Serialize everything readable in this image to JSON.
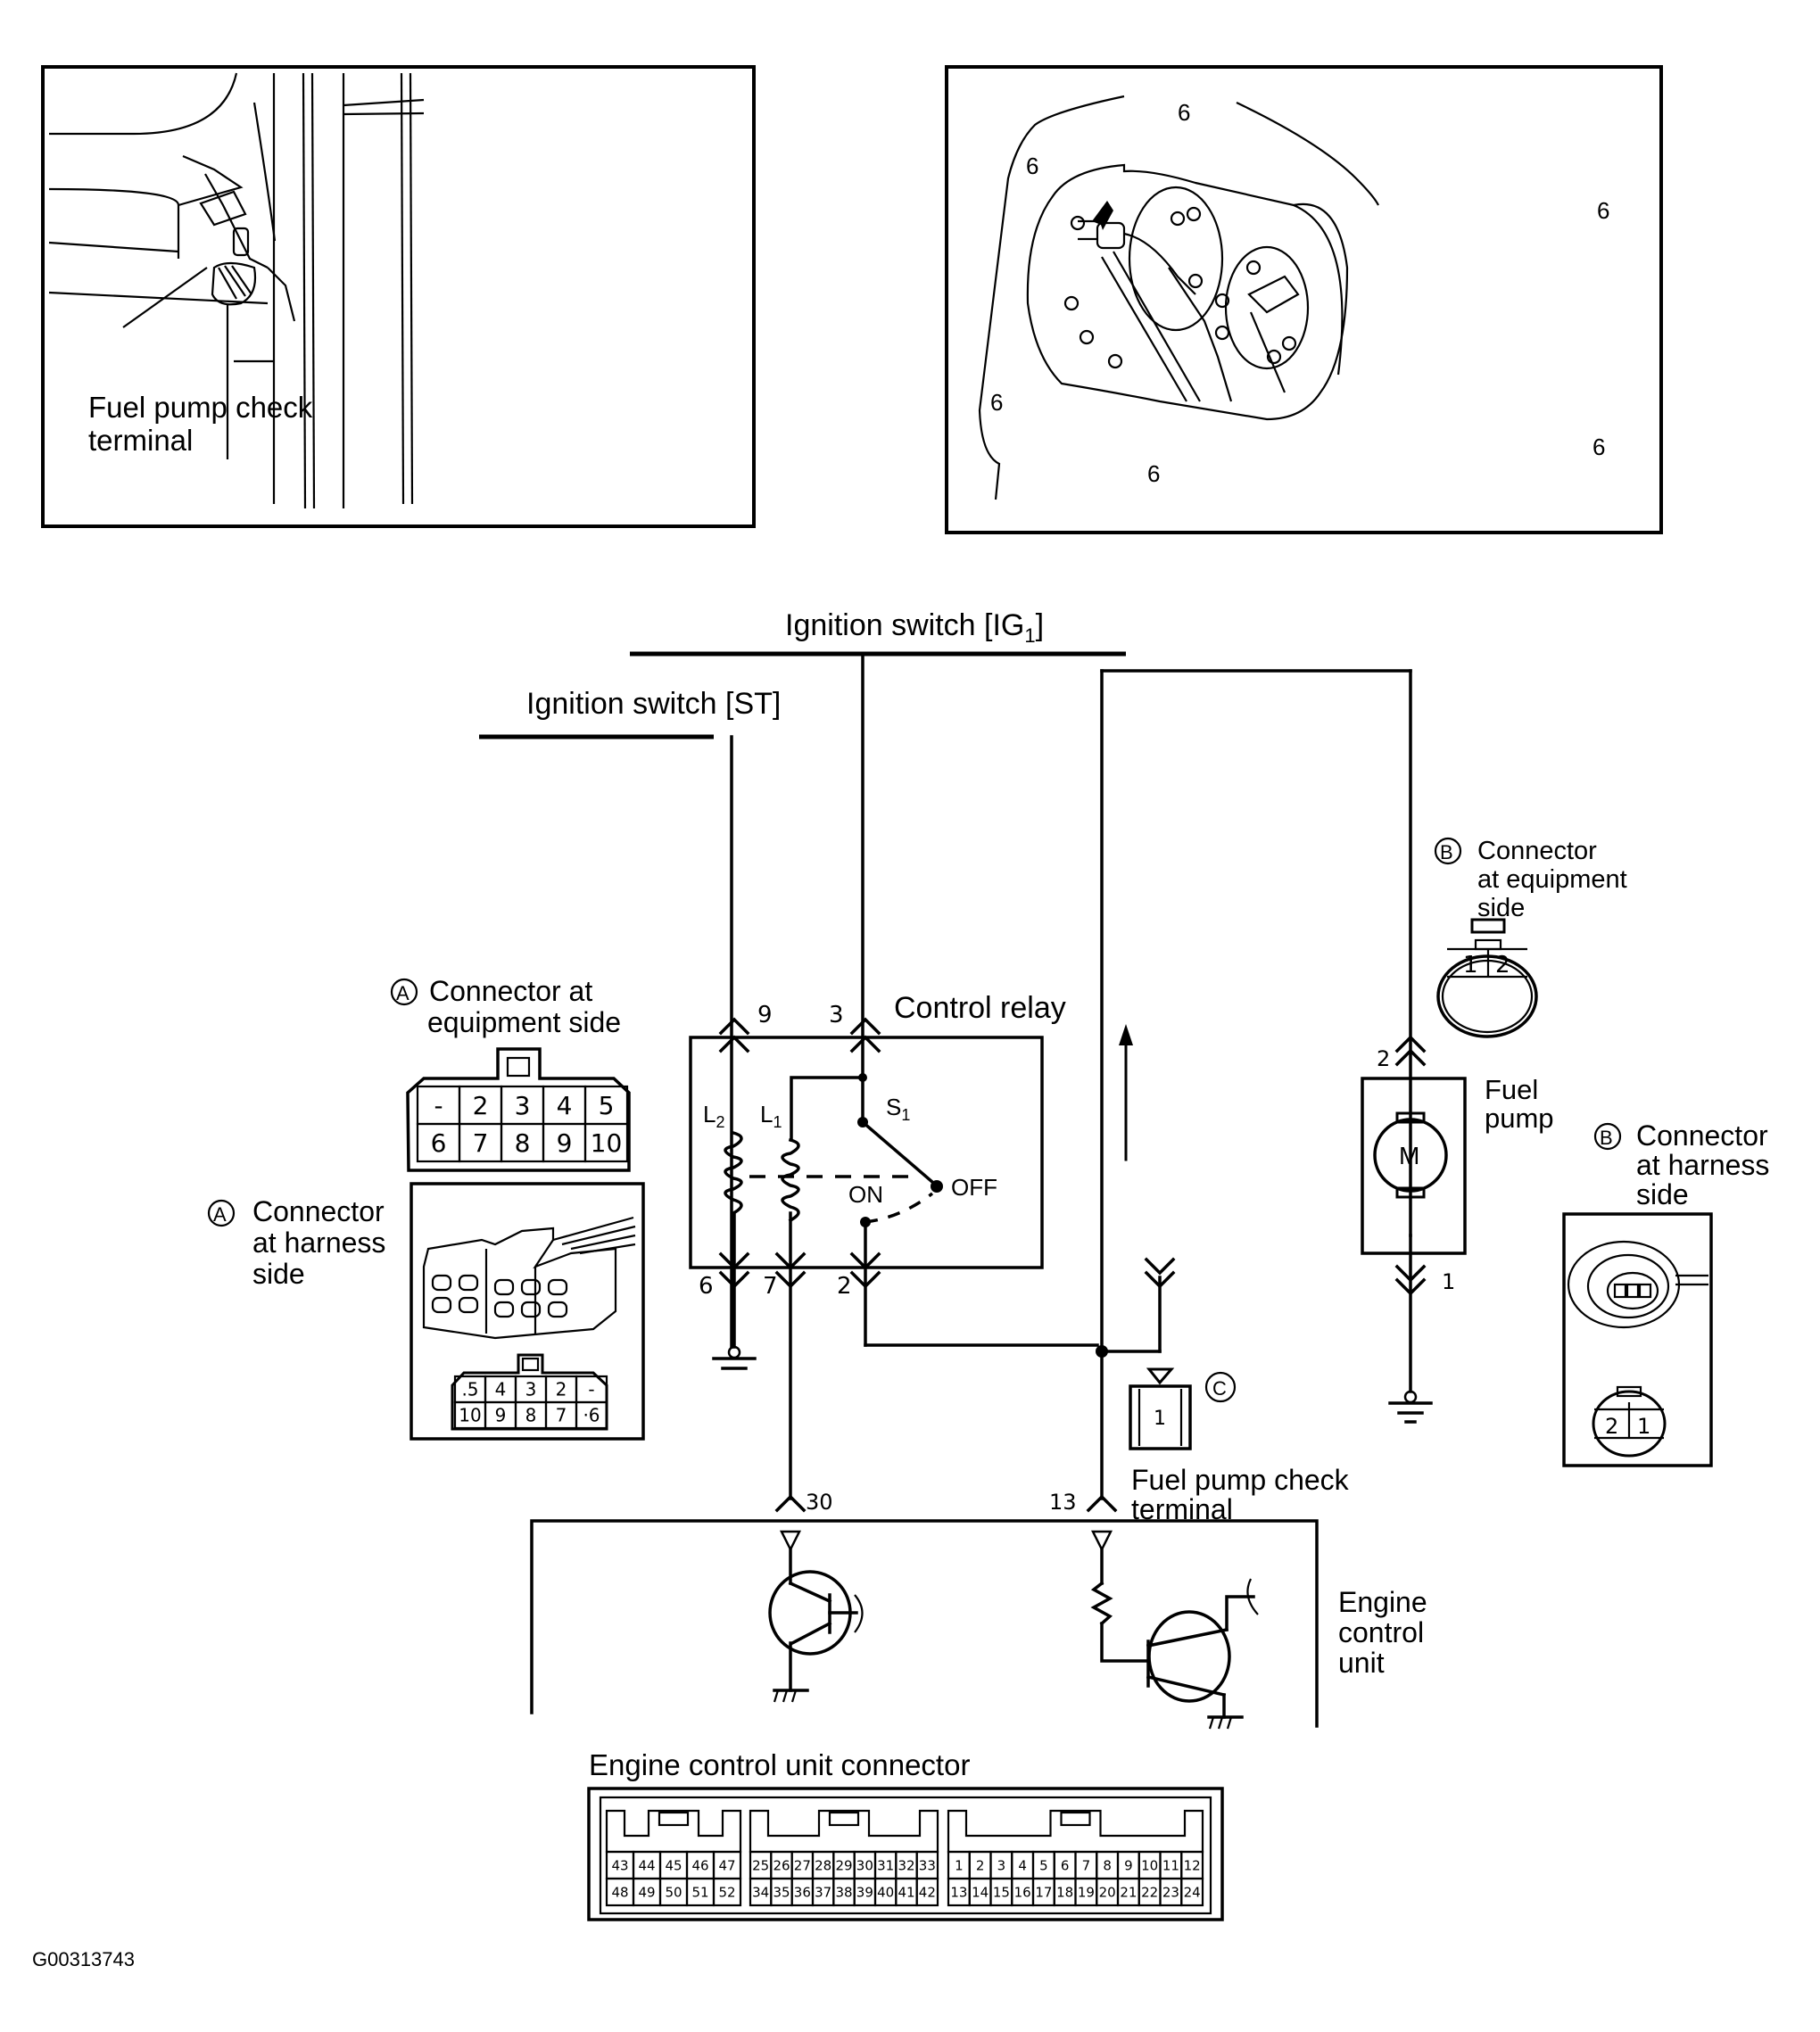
{
  "figure_id": "G00313743",
  "photos": {
    "left": {
      "callout": "Fuel pump check\nterminal",
      "callout_lines": [
        "Fuel pump check",
        "terminal"
      ]
    },
    "right": {
      "arrow_icon": "pointer-arrow-icon"
    }
  },
  "supplies": {
    "ig1": {
      "label": "Ignition switch [IG",
      "sub": "1",
      "close": "]"
    },
    "st": {
      "label": "Ignition switch [ST]"
    }
  },
  "relay": {
    "title": "Control relay",
    "pins": {
      "p9": "9",
      "p3": "3",
      "p6": "6",
      "p7": "7",
      "p2": "2"
    },
    "coils": {
      "l2": "L",
      "l2_sub": "2",
      "l1": "L",
      "l1_sub": "1"
    },
    "switch": {
      "name": "S",
      "name_sub": "1",
      "on": "ON",
      "off": "OFF"
    }
  },
  "connector_a_equipment": {
    "marker": "A",
    "title_lines": [
      "Connector at",
      "equipment side"
    ],
    "rows": [
      [
        "-",
        "2",
        "3",
        "4",
        "5"
      ],
      [
        "6",
        "7",
        "8",
        "9",
        "10"
      ]
    ]
  },
  "connector_a_harness": {
    "marker": "A",
    "title_lines": [
      "Connector",
      "at harness",
      "side"
    ],
    "rows": [
      [
        ".5",
        "4",
        "3",
        "2",
        "-"
      ],
      [
        "10",
        "9",
        "8",
        "7",
        "·6"
      ]
    ]
  },
  "connector_b_equipment": {
    "marker": "B",
    "title_lines": [
      "Connector",
      "at equipment",
      "side"
    ],
    "pins": [
      "1",
      "2"
    ]
  },
  "connector_b_harness": {
    "marker": "B",
    "title_lines": [
      "Connector",
      "at harness",
      "side"
    ],
    "pins": [
      "2",
      "1"
    ]
  },
  "fuel_pump": {
    "label_lines": [
      "Fuel",
      "pump"
    ],
    "motor": "M",
    "pin_top": "2",
    "pin_bottom": "1"
  },
  "check_terminal": {
    "marker": "C",
    "pin": "1",
    "label_lines": [
      "Fuel pump check",
      "terminal"
    ]
  },
  "ecu": {
    "label_lines": [
      "Engine",
      "control",
      "unit"
    ],
    "pin_left": "30",
    "pin_right": "13"
  },
  "ecu_connector": {
    "title": "Engine control unit connector",
    "blocks": [
      {
        "rows": [
          [
            "43",
            "44",
            "45",
            "46",
            "47"
          ],
          [
            "48",
            "49",
            "50",
            "51",
            "52"
          ]
        ]
      },
      {
        "rows": [
          [
            "25",
            "26",
            "27",
            "28",
            "29",
            "30",
            "31",
            "32",
            "33"
          ],
          [
            "34",
            "35",
            "36",
            "37",
            "38",
            "39",
            "40",
            "41",
            "42"
          ]
        ]
      },
      {
        "rows": [
          [
            "1",
            "2",
            "3",
            "4",
            "5",
            "6",
            "7",
            "8",
            "9",
            "10",
            "11",
            "12"
          ],
          [
            "13",
            "14",
            "15",
            "16",
            "17",
            "18",
            "19",
            "20",
            "21",
            "22",
            "23",
            "24"
          ]
        ]
      }
    ]
  }
}
